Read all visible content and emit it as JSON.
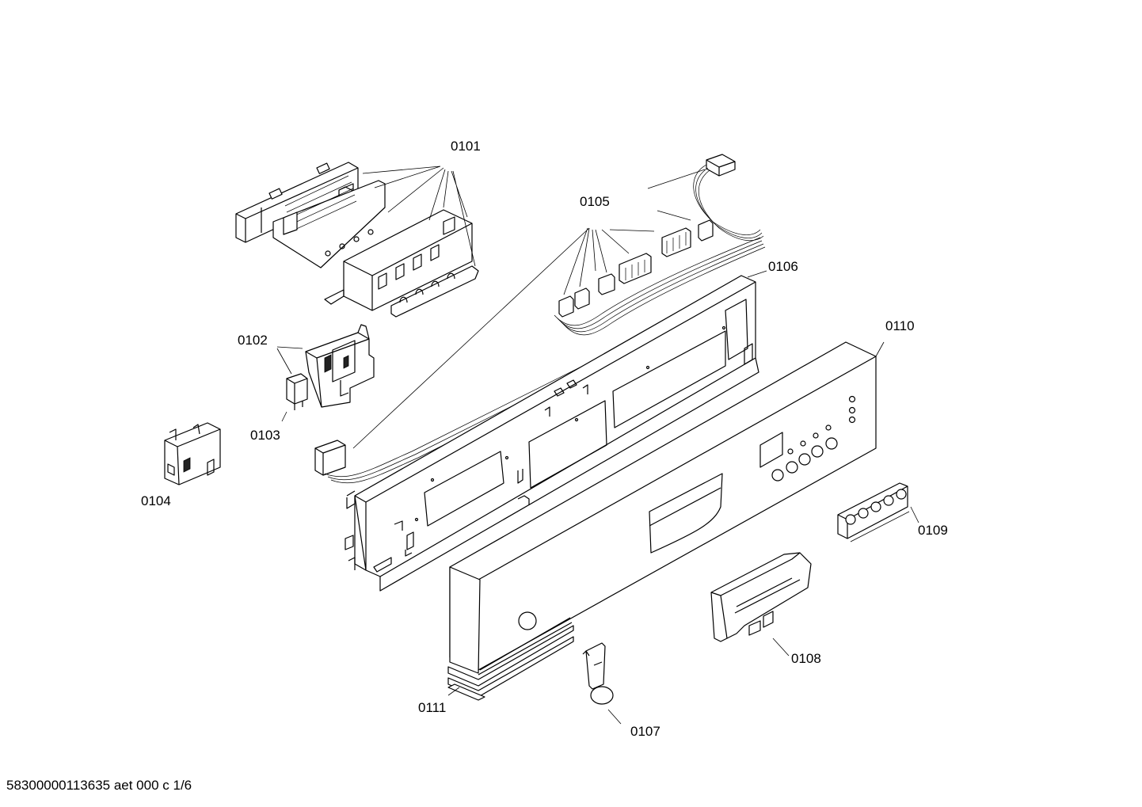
{
  "diagram": {
    "part_labels": {
      "p0101": "0101",
      "p0102": "0102",
      "p0103": "0103",
      "p0104": "0104",
      "p0105": "0105",
      "p0106": "0106",
      "p0107": "0107",
      "p0108": "0108",
      "p0109": "0109",
      "p0110": "0110",
      "p0111": "0111"
    },
    "footer": "58300000113635 aet 000 c 1/6"
  }
}
